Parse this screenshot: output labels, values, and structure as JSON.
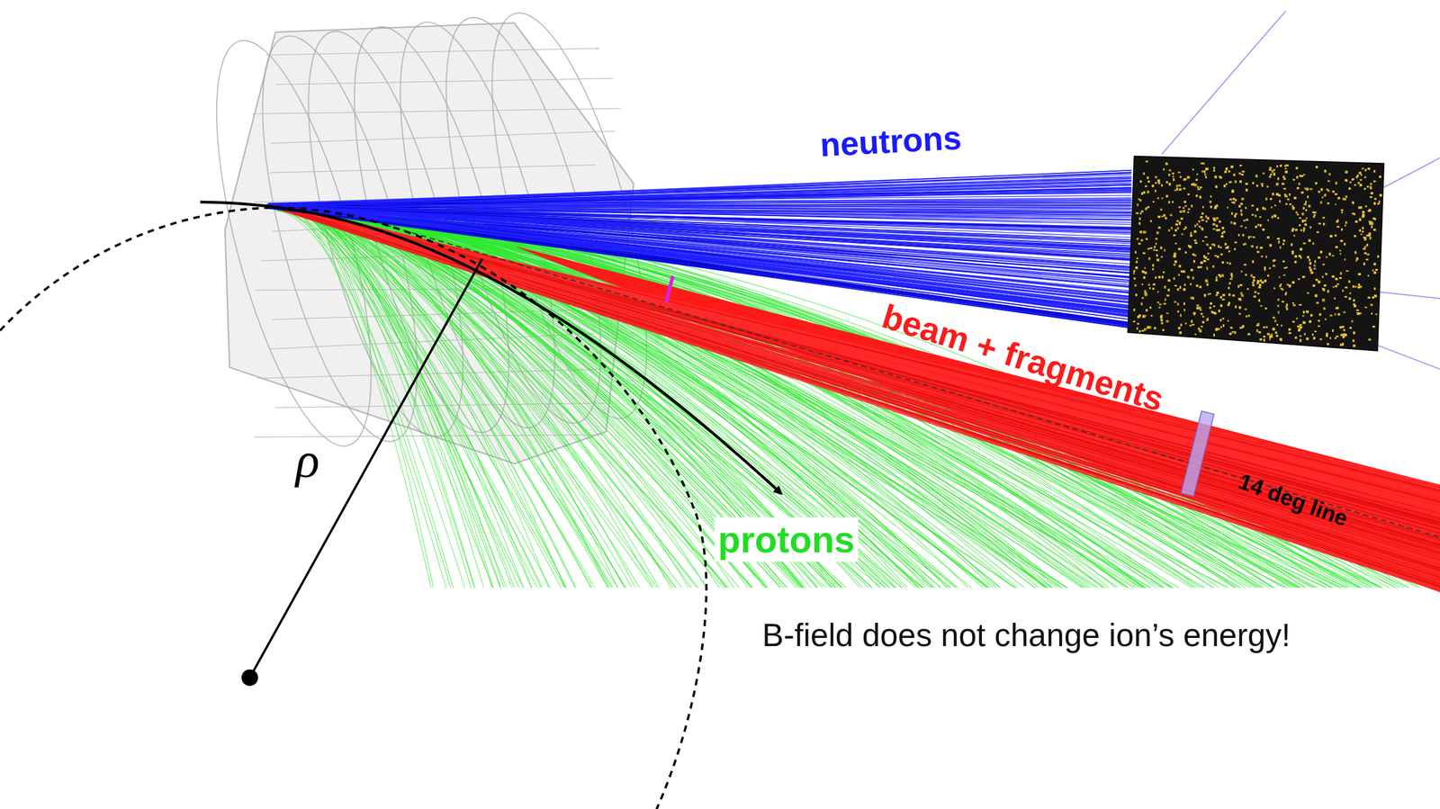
{
  "diagram": {
    "labels": [
      "neutrons",
      "beam + fragments",
      "protons",
      "ρ",
      "14 deg line",
      "B-field does not change ion’s energy!"
    ]
  }
}
